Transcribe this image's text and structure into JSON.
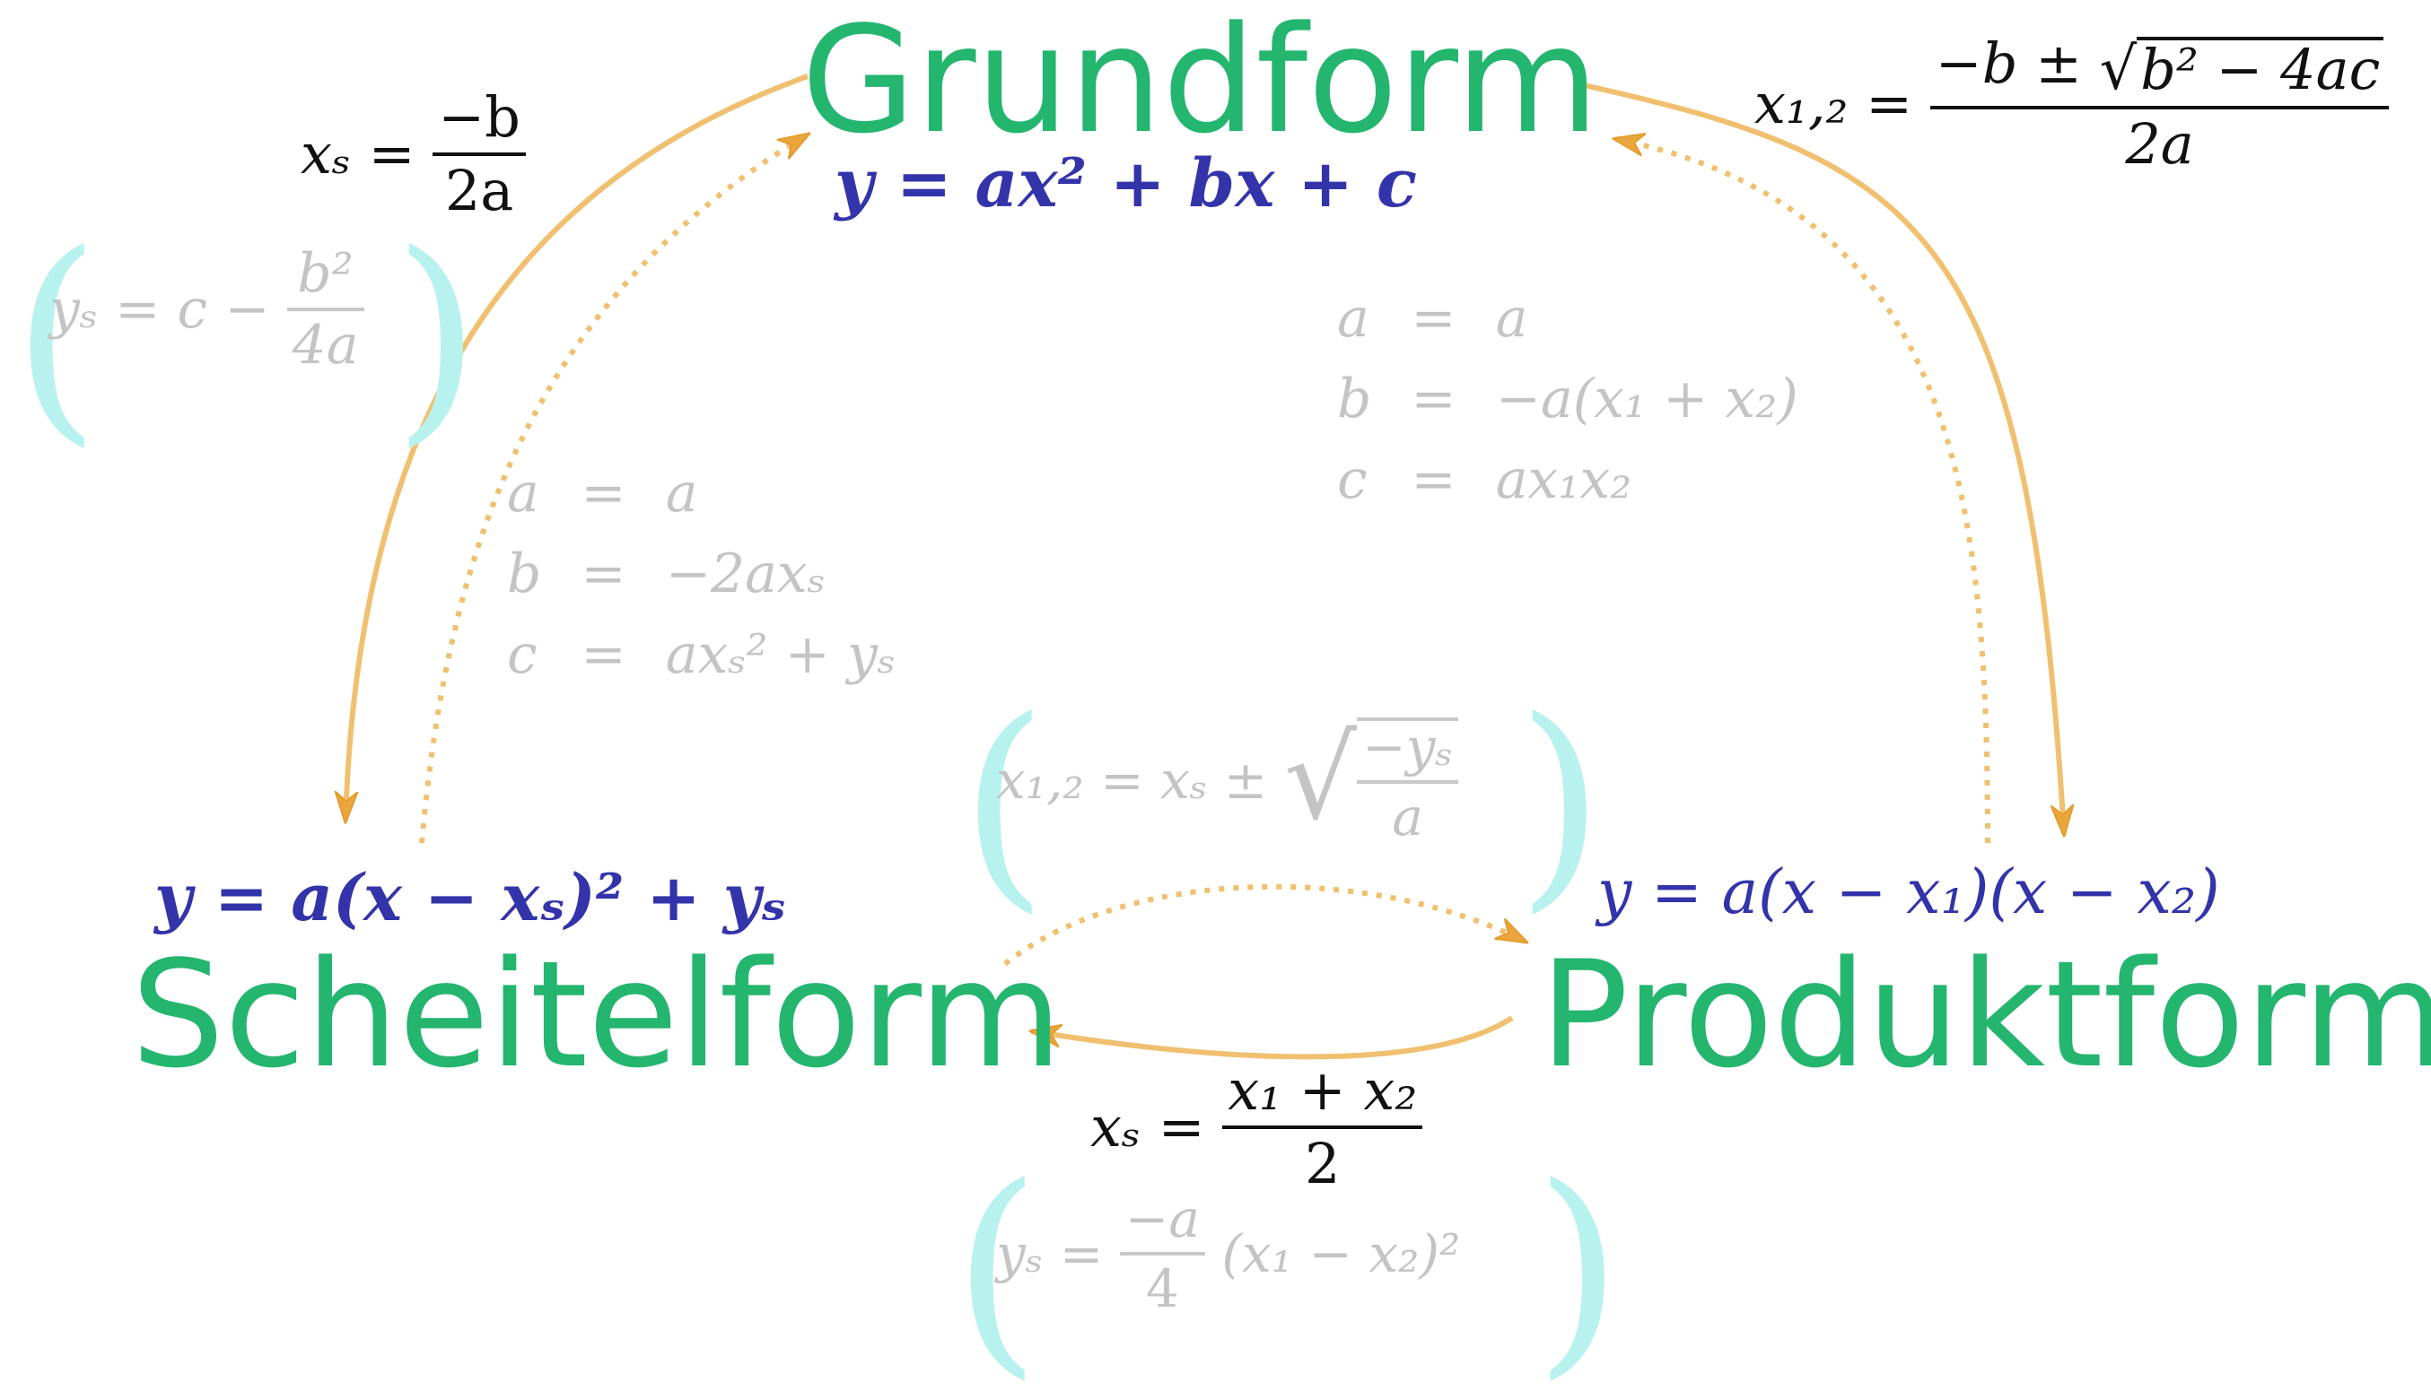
{
  "nodes": {
    "grundform": {
      "label": "Grundform",
      "equation": "y = ax² + bx + c"
    },
    "scheitelform": {
      "label": "Scheitelform",
      "equation": "y = a(x − xₛ)² + yₛ"
    },
    "produktform": {
      "label": "Produktform",
      "equation": "y = a(x − x₁)(x − x₂)"
    }
  },
  "formulas": {
    "grund_to_scheitel": {
      "xs_lhs": "xₛ =",
      "xs_num": "−b",
      "xs_den": "2a",
      "ys_lhs": "yₛ = c −",
      "ys_num": "b²",
      "ys_den": "4a"
    },
    "scheitel_to_grund": {
      "rows": [
        {
          "lhs": "a",
          "eq": "=",
          "rhs": "a"
        },
        {
          "lhs": "b",
          "eq": "=",
          "rhs": "−2axₛ"
        },
        {
          "lhs": "c",
          "eq": "=",
          "rhs": "axₛ² + yₛ"
        }
      ]
    },
    "grund_to_produkt": {
      "lhs": "x₁,₂ =",
      "num_prefix": "−b ±",
      "num_radicand": "b² − 4ac",
      "den": "2a"
    },
    "produkt_to_grund": {
      "rows": [
        {
          "lhs": "a",
          "eq": "=",
          "rhs": "a"
        },
        {
          "lhs": "b",
          "eq": "=",
          "rhs": "−a(x₁ + x₂)"
        },
        {
          "lhs": "c",
          "eq": "=",
          "rhs": "ax₁x₂"
        }
      ]
    },
    "scheitel_to_produkt": {
      "lhs": "x₁,₂ = xₛ ±",
      "num": "−yₛ",
      "den": "a"
    },
    "produkt_to_scheitel": {
      "xs_lhs": "xₛ =",
      "xs_num": "x₁ + x₂",
      "xs_den": "2",
      "ys_lhs": "yₛ =",
      "ys_num": "−a",
      "ys_den": "4",
      "ys_tail": "(x₁ − x₂)²"
    }
  },
  "colors": {
    "title": "#24b56e",
    "equation": "#3333aa",
    "arrow_stroke": "#f0c070",
    "arrow_head": "#eaa63c",
    "secondary_text": "#c4c4c4",
    "parenthesis": "#b8f2ee",
    "primary_text": "#111111"
  }
}
